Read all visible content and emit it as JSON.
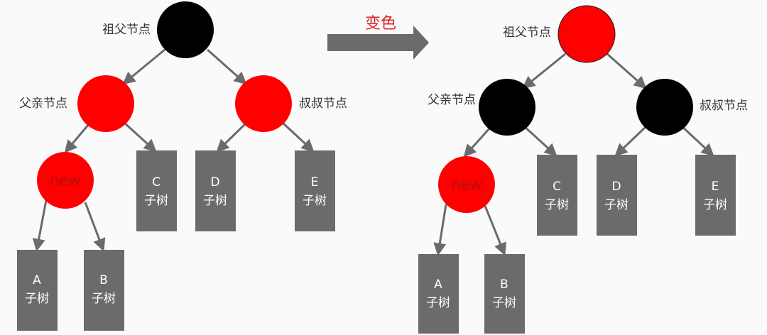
{
  "transition_label": "变色",
  "nodes": {
    "grandparent": "祖父节点",
    "parent": "父亲节点",
    "uncle": "叔叔节点",
    "new": "new"
  },
  "subtrees": {
    "A": {
      "letter": "A",
      "label": "子树"
    },
    "B": {
      "letter": "B",
      "label": "子树"
    },
    "C": {
      "letter": "C",
      "label": "子树"
    },
    "D": {
      "letter": "D",
      "label": "子树"
    },
    "E": {
      "letter": "E",
      "label": "子树"
    }
  },
  "colors": {
    "red": "#ff0000",
    "black": "#000000",
    "box": "#6b6b6b",
    "arrow": "#6b6b6b",
    "title": "#e02020"
  }
}
